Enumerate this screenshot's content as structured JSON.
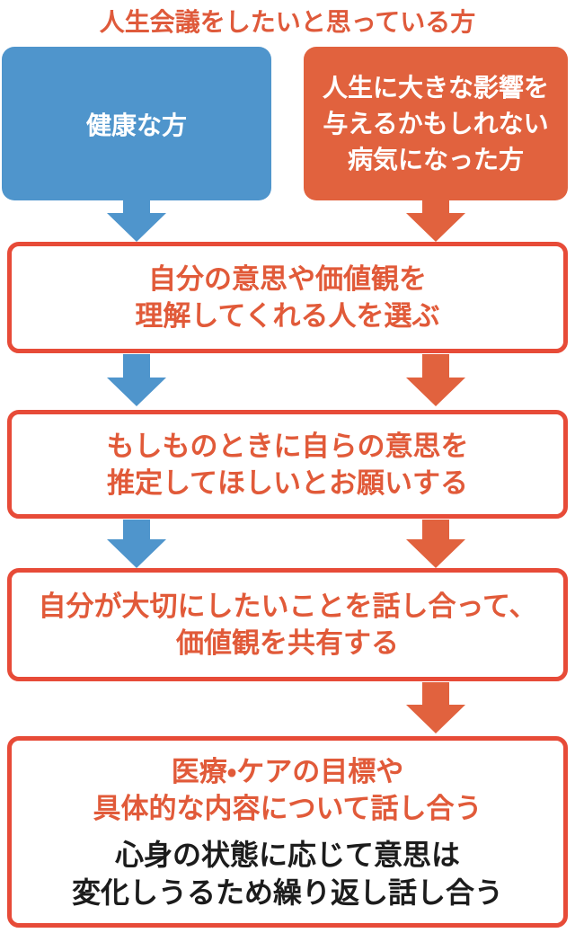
{
  "title": "人生会議をしたいと思っている方",
  "colors": {
    "blue": "#4F95CC",
    "orange_fill": "#E1623E",
    "border_red_orange": "#E74B38",
    "step_text_orange": "#E15A39",
    "note_text_black": "#1C1C1C",
    "background": "#FFFFFF"
  },
  "top_row": {
    "healthy_box": {
      "label": "健康な方"
    },
    "illness_box": {
      "lines": [
        "人生に大きな影響を",
        "与えるかもしれない",
        "病気になった方"
      ]
    }
  },
  "steps": [
    {
      "lines": [
        "自分の意思や価値観を",
        "理解してくれる人を選ぶ"
      ]
    },
    {
      "lines": [
        "もしものときに自らの意思を",
        "推定してほしいとお願いする"
      ]
    },
    {
      "lines": [
        "自分が大切にしたいことを話し合って、",
        "価値観を共有する"
      ]
    },
    {
      "lines": [
        "医療・ケアの目標や",
        "具体的な内容について話し合う"
      ],
      "note_lines": [
        "心身の状態に応じて意思は",
        "変化しうるため繰り返し話し合う"
      ]
    }
  ],
  "icons": {
    "down_arrow_blue": "thick down arrow, blue",
    "down_arrow_orange": "thick down arrow, orange"
  }
}
